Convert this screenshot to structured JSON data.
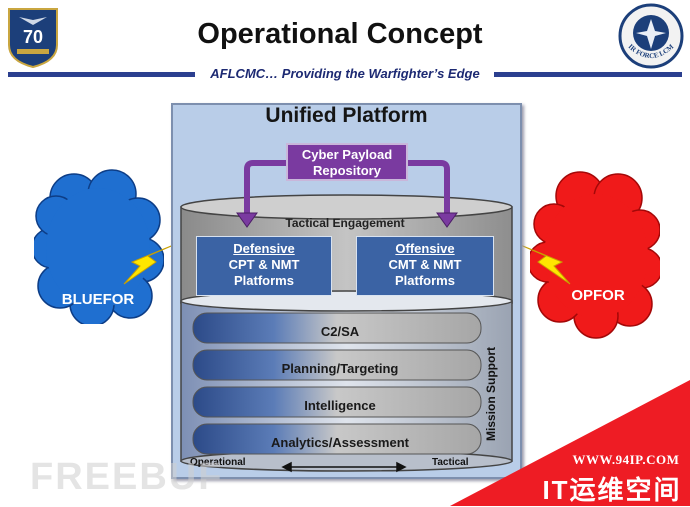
{
  "header": {
    "title": "Operational Concept",
    "subtitle": "AFLCMC… Providing the Warfighter’s Edge"
  },
  "logos": {
    "left_number": "70",
    "right_text": "AIR FORCE LCMC"
  },
  "platform": {
    "title": "Unified Platform",
    "cyber_line1": "Cyber Payload",
    "cyber_line2": "Repository",
    "tactical_engagement": "Tactical Engagement",
    "defensive": {
      "heading": "Defensive",
      "line2": "CPT & NMT",
      "line3": "Platforms"
    },
    "offensive": {
      "heading": "Offensive",
      "line2": "CMT & NMT",
      "line3": "Platforms"
    },
    "layers": [
      "C2/SA",
      "Planning/Targeting",
      "Intelligence",
      "Analytics/Assessment"
    ],
    "mission_support": "Mission Support",
    "operational": "Operational",
    "tactical": "Tactical"
  },
  "sides": {
    "blue": "BLUEFOR",
    "red": "OPFOR"
  },
  "watermarks": {
    "url": "WWW.94IP.COM",
    "site": "IT运维空间",
    "freebuf": "FREEBUF"
  },
  "colors": {
    "blue_cloud": "#1f6fd0",
    "red_cloud": "#f01a1a",
    "purple": "#7a3aa0",
    "platform_box": "#3b63a4",
    "frame_bg": "#b9cde8",
    "header_line": "#2b3f8f"
  }
}
